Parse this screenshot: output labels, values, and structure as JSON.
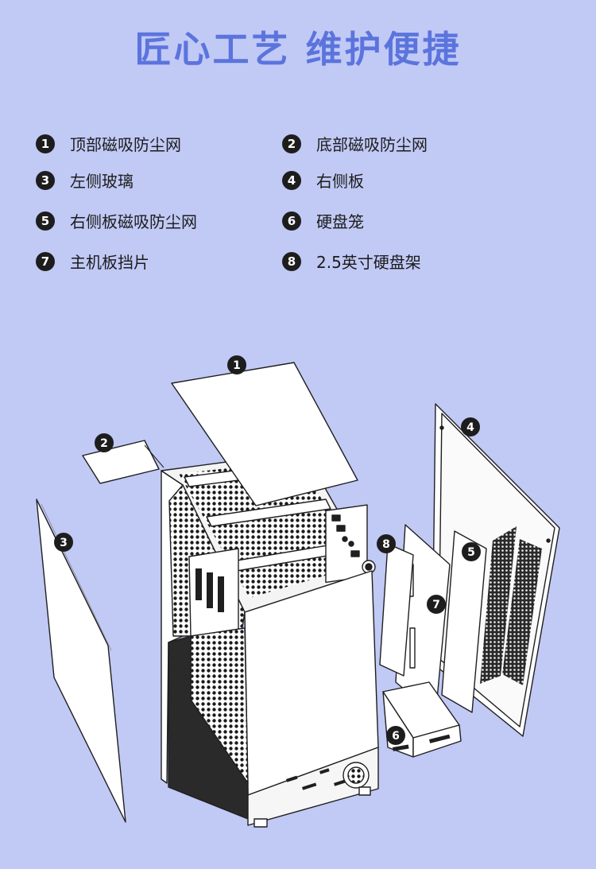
{
  "page": {
    "title": "匠心工艺  维护便捷",
    "accent_color": "#5b74dd",
    "background_color": "#c1c9f5"
  },
  "legend": [
    {
      "num": "1",
      "label": "顶部磁吸防尘网"
    },
    {
      "num": "2",
      "label": "底部磁吸防尘网"
    },
    {
      "num": "3",
      "label": "左侧玻璃"
    },
    {
      "num": "4",
      "label": "右侧板"
    },
    {
      "num": "5",
      "label": "右侧板磁吸防尘网"
    },
    {
      "num": "6",
      "label": "硬盘笼"
    },
    {
      "num": "7",
      "label": "主机板挡片"
    },
    {
      "num": "8",
      "label": "2.5英寸硬盘架"
    }
  ],
  "diagram": {
    "callouts": [
      "1",
      "2",
      "3",
      "4",
      "5",
      "6",
      "7",
      "8"
    ]
  }
}
